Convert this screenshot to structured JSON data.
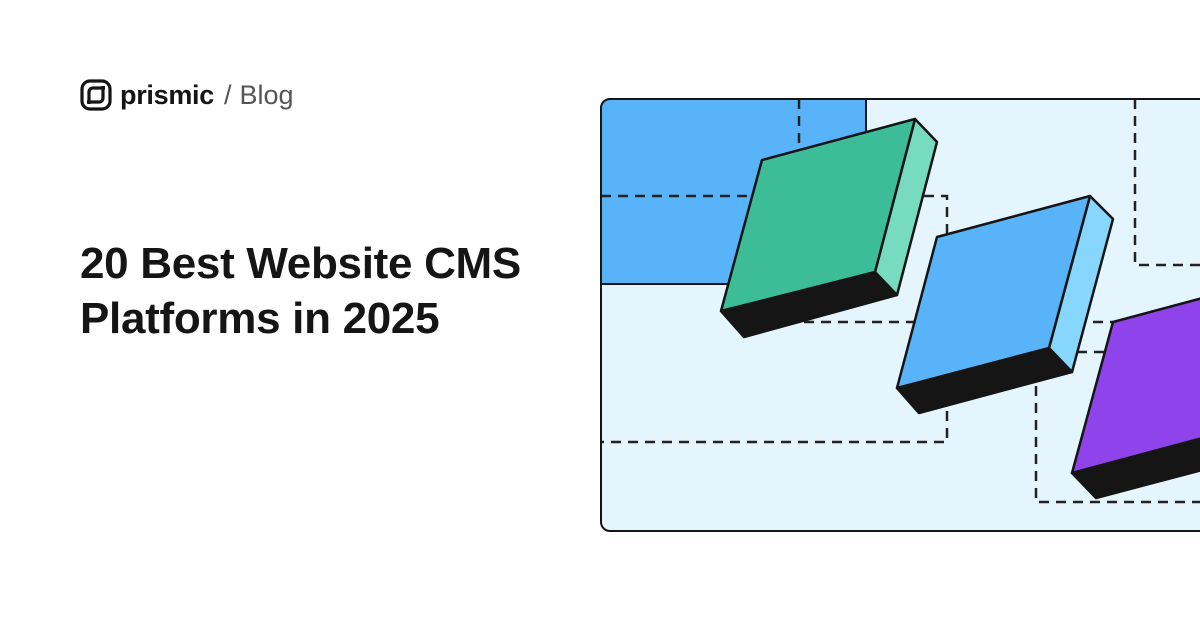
{
  "brand": {
    "name": "prismic",
    "separator": "/",
    "section": "Blog"
  },
  "title": "20 Best Website CMS Platforms in 2025",
  "colors": {
    "panel": "#e5f5fd",
    "blue": "#58b3f8",
    "green": "#3dbd97",
    "green_side": "#76dbbf",
    "blue_side": "#87d6fd",
    "purple": "#8e44ea",
    "ink": "#151515"
  }
}
